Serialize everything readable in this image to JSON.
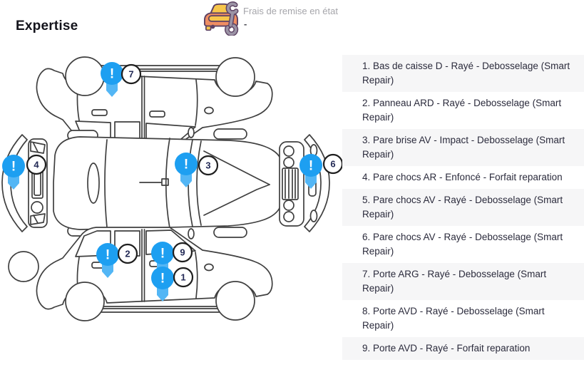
{
  "header": {
    "title": "Expertise",
    "icon_name": "car-repair-icon",
    "fee": {
      "label": "Frais de remise en état",
      "value": "-"
    }
  },
  "colors": {
    "pin": "#1d9ff1",
    "pin_tail": "#53b6f5",
    "badge_bg": "#ffffff",
    "badge_border": "#1f1f1f",
    "badge_text": "#232a56",
    "row_alt_bg": "#f6f6f7",
    "text": "#2b2b3c",
    "muted": "#a5a5aa",
    "line_art": "#3f3f3f"
  },
  "damages": [
    {
      "text": "1. Bas de caisse D - Rayé - Debosselage (Smart Repair)"
    },
    {
      "text": "2. Panneau ARD - Rayé - Debosselage (Smart Repair)"
    },
    {
      "text": "3. Pare brise AV - Impact - Debosselage (Smart Repair)"
    },
    {
      "text": "4. Pare chocs AR - Enfoncé - Forfait reparation"
    },
    {
      "text": "5. Pare chocs AV - Rayé - Debosselage (Smart Repair)"
    },
    {
      "text": "6. Pare chocs AV - Rayé - Debosselage (Smart Repair)"
    },
    {
      "text": "7. Porte ARG - Rayé - Debosselage (Smart Repair)"
    },
    {
      "text": "8. Porte AVD - Rayé - Debosselage (Smart Repair)"
    },
    {
      "text": "9. Porte AVD - Rayé - Forfait reparation"
    }
  ],
  "markers": [
    {
      "num": "7",
      "pin": [
        157,
        43
      ],
      "badge": [
        184,
        44
      ]
    },
    {
      "num": "4",
      "pin": [
        19,
        173
      ],
      "badge": [
        51,
        171
      ]
    },
    {
      "num": "3",
      "pin": [
        261,
        170
      ],
      "badge": [
        292,
        172
      ]
    },
    {
      "num": "6",
      "pin": [
        436,
        172
      ],
      "badge": [
        467,
        170
      ]
    },
    {
      "num": "2",
      "pin": [
        151,
        297
      ],
      "badge": [
        179,
        296
      ]
    },
    {
      "num": "9",
      "pin": [
        228,
        295
      ],
      "badge": [
        256,
        294
      ]
    },
    {
      "num": "1",
      "pin": [
        228,
        330
      ],
      "badge": [
        257,
        329
      ]
    }
  ]
}
